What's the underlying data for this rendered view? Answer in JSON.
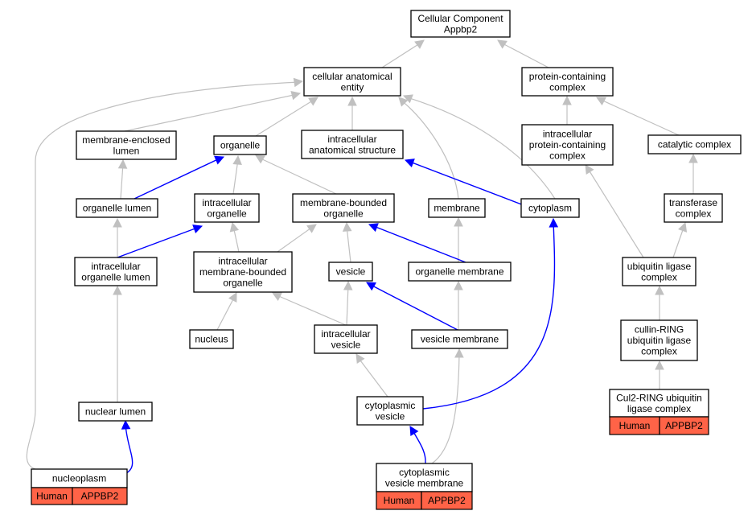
{
  "nodes": {
    "cc_appbp2": [
      "Cellular Component",
      "Appbp2"
    ],
    "cae": [
      "cellular anatomical",
      "entity"
    ],
    "pcc": [
      "protein-containing",
      "complex"
    ],
    "mel": [
      "membrane-enclosed",
      "lumen"
    ],
    "organelle": [
      "organelle"
    ],
    "ias": [
      "intracellular",
      "anatomical structure"
    ],
    "ipcc": [
      "intracellular",
      "protein-containing",
      "complex"
    ],
    "catalytic": [
      "catalytic complex"
    ],
    "organelle_lumen": [
      "organelle lumen"
    ],
    "io": [
      "intracellular",
      "organelle"
    ],
    "mbo": [
      "membrane-bounded",
      "organelle"
    ],
    "membrane": [
      "membrane"
    ],
    "cytoplasm": [
      "cytoplasm"
    ],
    "transferase": [
      "transferase",
      "complex"
    ],
    "iol": [
      "intracellular",
      "organelle lumen"
    ],
    "imbo": [
      "intracellular",
      "membrane-bounded",
      "organelle"
    ],
    "vesicle": [
      "vesicle"
    ],
    "om": [
      "organelle membrane"
    ],
    "ulc": [
      "ubiquitin ligase",
      "complex"
    ],
    "nucleus": [
      "nucleus"
    ],
    "iv": [
      "intracellular",
      "vesicle"
    ],
    "vm": [
      "vesicle membrane"
    ],
    "crulc": [
      "cullin-RING",
      "ubiquitin ligase",
      "complex"
    ],
    "nuclear_lumen": [
      "nuclear lumen"
    ],
    "cv": [
      "cytoplasmic",
      "vesicle"
    ],
    "cul2": [
      "Cul2-RING ubiquitin",
      "ligase complex"
    ],
    "nucleoplasm": [
      "nucleoplasm"
    ],
    "cvm": [
      "cytoplasmic",
      "vesicle membrane"
    ]
  },
  "annotations": {
    "nucleoplasm": [
      "Human",
      "APPBP2"
    ],
    "cvm": [
      "Human",
      "APPBP2"
    ],
    "cul2": [
      "Human",
      "APPBP2"
    ]
  },
  "colors": {
    "is_a_edge": "#c0c0c0",
    "part_of_edge": "#0000ff",
    "annotation_fill": "#ff6347"
  }
}
